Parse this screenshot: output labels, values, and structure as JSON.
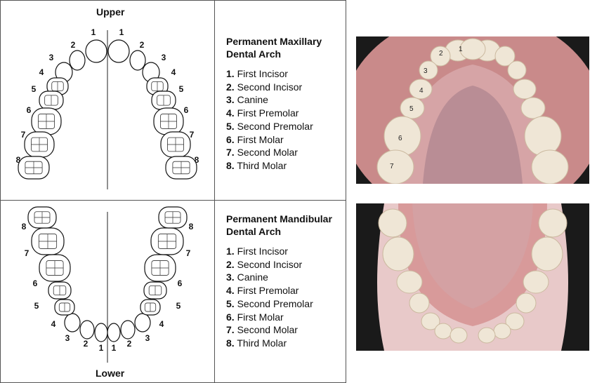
{
  "upper_label": "Upper",
  "lower_label": "Lower",
  "maxillary": {
    "title_line1": "Permanent Maxillary",
    "title_line2": "Dental Arch",
    "items": [
      {
        "num": "1.",
        "name": "First Incisor"
      },
      {
        "num": "2.",
        "name": "Second Incisor"
      },
      {
        "num": "3.",
        "name": "Canine"
      },
      {
        "num": "4.",
        "name": "First Premolar"
      },
      {
        "num": "5.",
        "name": "Second Premolar"
      },
      {
        "num": "6.",
        "name": "First Molar"
      },
      {
        "num": "7.",
        "name": "Second Molar"
      },
      {
        "num": "8.",
        "name": "Third Molar"
      }
    ]
  },
  "mandibular": {
    "title_line1": "Permanent Mandibular",
    "title_line2": "Dental Arch",
    "items": [
      {
        "num": "1.",
        "name": "First Incisor"
      },
      {
        "num": "2.",
        "name": "Second Incisor"
      },
      {
        "num": "3.",
        "name": "Canine"
      },
      {
        "num": "4.",
        "name": "First Premolar"
      },
      {
        "num": "5.",
        "name": "Second Premolar"
      },
      {
        "num": "6.",
        "name": "First Molar"
      },
      {
        "num": "7.",
        "name": "Second Molar"
      },
      {
        "num": "8.",
        "name": "Third Molar"
      }
    ]
  },
  "tooth_numbers": [
    "1",
    "2",
    "3",
    "4",
    "5",
    "6",
    "7",
    "8"
  ],
  "photo_tooth_labels": [
    "1",
    "2",
    "3",
    "4",
    "5",
    "6",
    "7"
  ],
  "colors": {
    "line": "#555555",
    "gum": "#c98a8a",
    "palate": "#b98d95",
    "tooth": "#efe6d6",
    "mouth_dark": "#1a1a1a"
  }
}
